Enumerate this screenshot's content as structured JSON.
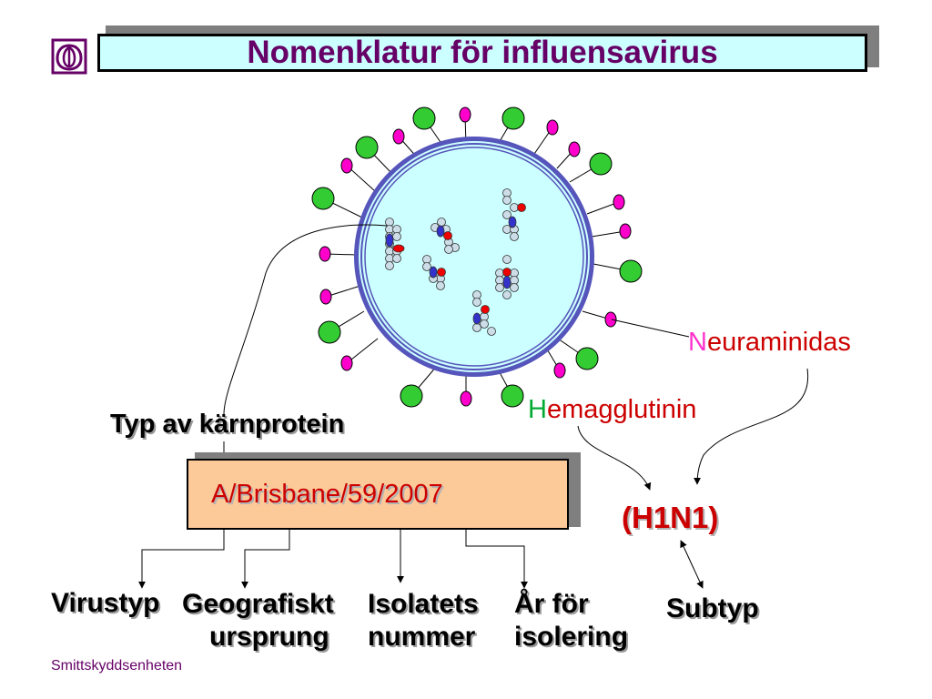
{
  "title": "Nomenklatur för influensavirus",
  "logo_icon": "smittskydd-logo-icon",
  "labels": {
    "karnprotein": "Typ av kärnprotein",
    "strain_code": "A/Brisbane/59/2007",
    "neuraminidas_initial": "N",
    "neuraminidas_rest": "euraminidas",
    "hemagglutinin_initial": "H",
    "hemagglutinin_rest": "emagglutinin",
    "subtype_code": "(H1N1)",
    "virustyp": "Virustyp",
    "geografiskt_line1": "Geografiskt",
    "geografiskt_line2": "ursprung",
    "isolatets_line1": "Isolatets",
    "isolatets_line2": "nummer",
    "ar_line1": "År för",
    "ar_line2": "isolering",
    "subtyp": "Subtyp"
  },
  "footer": "Smittskyddsenheten",
  "colors": {
    "title_text": "#660066",
    "title_bg": "#ccffff",
    "code_bg": "#fcc999",
    "red_text": "#cc0000",
    "hemagglutinin": "#33cc33",
    "neuraminidase": "#ff00cc",
    "virion_fill": "#ccffff",
    "envelope": "#5555bb"
  }
}
